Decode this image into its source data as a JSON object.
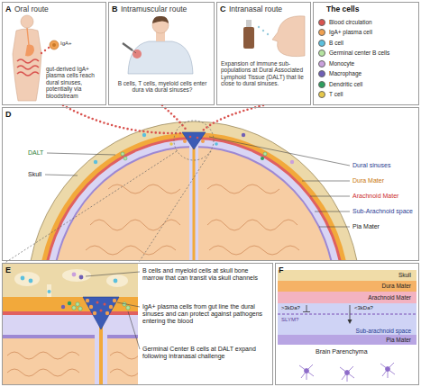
{
  "diagram": {
    "nodes": [
      {
        "text": [
          "A",
          "Oral route",
          "gut-derived IgA+ plasma cells reach dural sinuses, potentially via bloodstream"
        ]
      },
      {
        "text": [
          "B",
          "Intramuscular route",
          "B cells, T cells, myeloid cells enter dura via dural sinuses?"
        ]
      },
      {
        "text": [
          "C",
          "Intranasal route",
          "Expansion of immune sub-populations at Dural Associated Lymphoid Tissue (DALT) that lie close to dural sinuses."
        ]
      },
      {
        "text": [
          "The cells"
        ]
      },
      {
        "text": [
          "D"
        ]
      },
      {
        "text": [
          "E"
        ]
      },
      {
        "text": [
          "F"
        ]
      },
      {
        "text": [
          "Skull"
        ],
        "in": 6
      },
      {
        "text": [
          "Dura Mater"
        ],
        "in": 6
      },
      {
        "text": [
          "Arachnoid Mater"
        ],
        "in": 6
      },
      {
        "text": [
          "Sub-arachnoid space"
        ],
        "in": 6
      },
      {
        "text": [
          "Pia Mater"
        ],
        "in": 6
      }
    ],
    "labels": [
      "IgA+",
      "DALT",
      "Skull",
      "Dural sinuses",
      "Dura Mater",
      "Arachnoid Mater",
      "Sub-Arachnoid space",
      "Pia Mater",
      "B cells and myeloid cells at skull bone marrow that can transit via skull channels",
      "IgA+ plasma cells from gut line the dural sinuses and can protect against pathogens entering the blood",
      "Germinal Center B cells at DALT expand following intranasal challenge",
      ">3kDa?",
      "<3kDa?",
      "SLYM?",
      "Brain Parenchyma"
    ],
    "legend": [
      {
        "text": "Blood circulation",
        "color": "#d9534f"
      },
      {
        "text": "IgA+ plasma cell",
        "color": "#f0a050"
      },
      {
        "text": "B cell",
        "color": "#5bc0de"
      },
      {
        "text": "Germinal center B cells",
        "color": "#b5e3a0"
      },
      {
        "text": "Monocyte",
        "color": "#c9a0dc"
      },
      {
        "text": "Macrophage",
        "color": "#6f5fb5"
      },
      {
        "text": "Dendritic cell",
        "color": "#2e9e5e"
      },
      {
        "text": "T cell",
        "color": "#e6c84a"
      }
    ]
  }
}
